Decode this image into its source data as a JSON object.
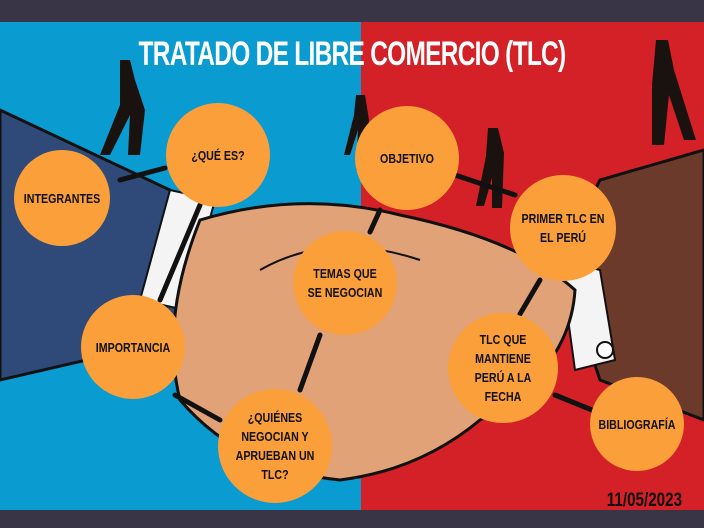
{
  "title": "TRATADO DE LIBRE COMERCIO (TLC)",
  "date": "11/05/2023",
  "colors": {
    "left_bg": "#0a9bd0",
    "right_bg": "#d32127",
    "node": "#fb9f3a",
    "bar": "#3a3546"
  },
  "nodes": [
    {
      "id": "que-es",
      "label": "¿QUÉ ES?"
    },
    {
      "id": "integrantes",
      "label": "INTEGRANTES"
    },
    {
      "id": "objetivo",
      "label": "OBJETIVO"
    },
    {
      "id": "primer-tlc",
      "label": "PRIMER TLC EN EL PERÚ"
    },
    {
      "id": "temas",
      "label": "TEMAS QUE SE NEGOCIAN"
    },
    {
      "id": "importancia",
      "label": "IMPORTANCIA"
    },
    {
      "id": "tlc-vigentes",
      "label": "TLC QUE MANTIENE PERÚ A LA FECHA"
    },
    {
      "id": "bibliografia",
      "label": "BIBLIOGRAFÍA"
    },
    {
      "id": "quienes",
      "label": "¿QUIÉNES NEGOCIAN Y APRUEBAN UN TLC?"
    }
  ]
}
